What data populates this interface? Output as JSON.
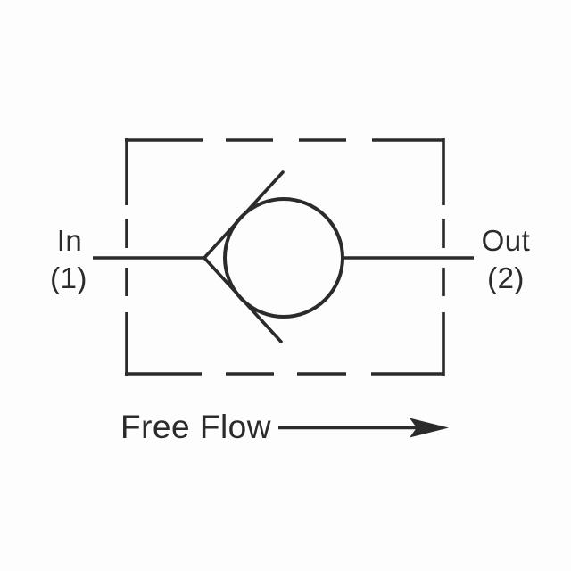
{
  "diagram": {
    "type": "check-valve-schematic",
    "labels": {
      "inlet": "In",
      "inlet_port": "(1)",
      "outlet": "Out",
      "outlet_port": "(2)",
      "flow_direction": "Free Flow"
    },
    "colors": {
      "ink": "#2b2b2b",
      "background": "#fdfdfd"
    },
    "symbols": {
      "boundary": "dashed-enclosure-box",
      "valve": "check-valve-ball-and-seat",
      "arrow": "right-arrow"
    }
  }
}
